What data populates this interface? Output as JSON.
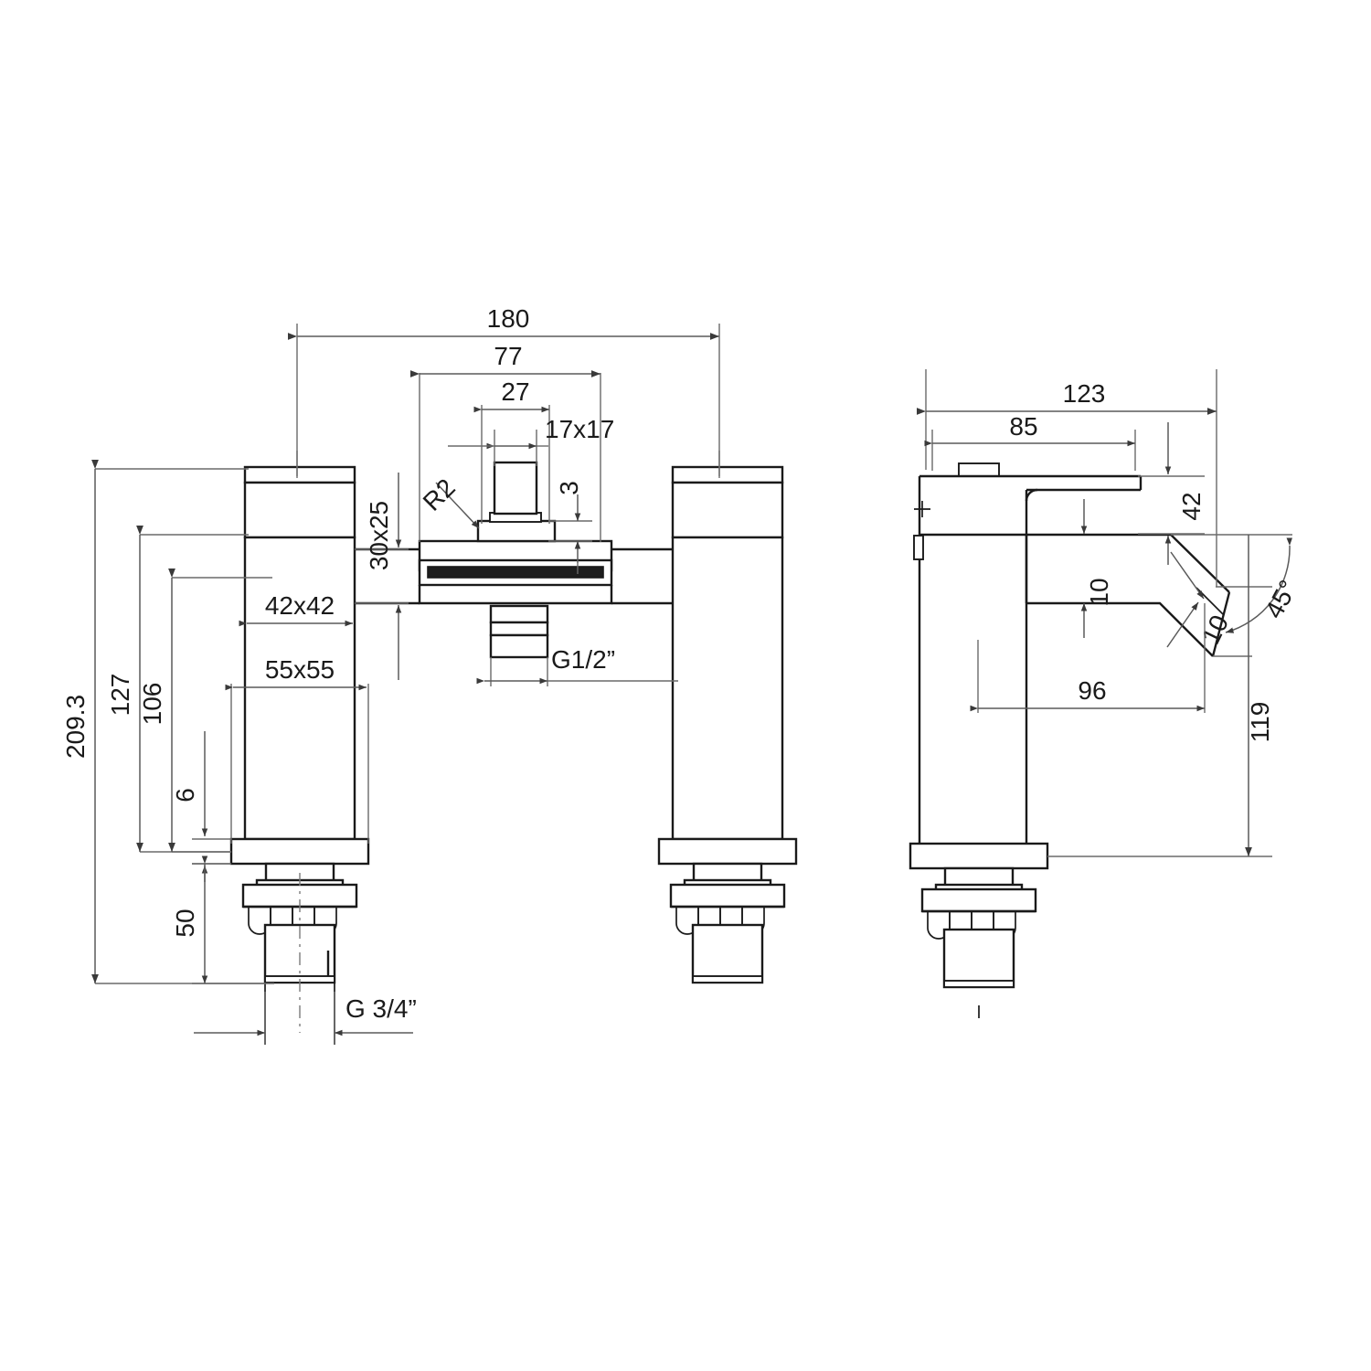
{
  "document": {
    "kind": "technical-dimension-drawing",
    "subject": "Square bath shower mixer tap - waterfall spout",
    "units_note": "mm",
    "background_color": "#ffffff",
    "outline_color": "#1a1a1a",
    "dimension_line_color": "#555555",
    "fill_color": "#ffffff",
    "slot_fill_color": "#1d1d1d"
  },
  "views": [
    {
      "name": "front-elevation",
      "id": "front_view",
      "description": "Front view of deck mounted bath filler with two square handles and central waterfall spout"
    },
    {
      "name": "side-elevation",
      "id": "side_view",
      "description": "Side view of single square basin mixer with 45 degree angled spout outlet"
    }
  ],
  "dimensions": {
    "front_view": [
      {
        "id": "d180",
        "label": "180",
        "orientation": "horizontal",
        "note": "overall handle centre to handle centre spread"
      },
      {
        "id": "d77",
        "label": "77",
        "orientation": "horizontal",
        "note": "spout body width"
      },
      {
        "id": "d27",
        "label": "27",
        "orientation": "horizontal",
        "note": "lever base width"
      },
      {
        "id": "d17x17",
        "label": "17x17",
        "orientation": "leader",
        "note": "lever square section"
      },
      {
        "id": "d3",
        "label": "3",
        "orientation": "vertical",
        "note": "spout lip thickness"
      },
      {
        "id": "dR2",
        "label": "R2",
        "orientation": "leader",
        "note": "corner radius"
      },
      {
        "id": "d30x25",
        "label": "30x25",
        "orientation": "vertical",
        "note": "spout body section"
      },
      {
        "id": "d2093",
        "label": "209.3",
        "orientation": "vertical",
        "note": "overall height including tail"
      },
      {
        "id": "d127",
        "label": "127",
        "orientation": "vertical",
        "note": "handle top to deck"
      },
      {
        "id": "d106",
        "label": "106",
        "orientation": "vertical",
        "note": "handle body height"
      },
      {
        "id": "d42x42",
        "label": "42x42",
        "orientation": "horizontal",
        "note": "handle body square section"
      },
      {
        "id": "d55x55",
        "label": "55x55",
        "orientation": "horizontal",
        "note": "base flange square section"
      },
      {
        "id": "d6",
        "label": "6",
        "orientation": "vertical",
        "note": "base flange thickness"
      },
      {
        "id": "d50",
        "label": "50",
        "orientation": "vertical",
        "note": "threaded tail length"
      },
      {
        "id": "dG34",
        "label": "G 3/4”",
        "orientation": "leader",
        "note": "tail thread size"
      },
      {
        "id": "dG12",
        "label": "G1/2”",
        "orientation": "leader",
        "note": "spout inlet thread size"
      }
    ],
    "side_view": [
      {
        "id": "s123",
        "label": "123",
        "orientation": "horizontal",
        "note": "overall spout projection"
      },
      {
        "id": "s85",
        "label": "85",
        "orientation": "horizontal",
        "note": "lever length"
      },
      {
        "id": "s42",
        "label": "42",
        "orientation": "vertical",
        "note": "lever height above body"
      },
      {
        "id": "s10a",
        "label": "10",
        "orientation": "vertical",
        "note": "spout arm thickness"
      },
      {
        "id": "s10b",
        "label": "10",
        "orientation": "angled",
        "note": "outlet face thickness"
      },
      {
        "id": "s45",
        "label": "45°",
        "orientation": "angular",
        "note": "outlet face angle"
      },
      {
        "id": "s96",
        "label": "96",
        "orientation": "horizontal",
        "note": "body to spout tip"
      },
      {
        "id": "s119",
        "label": "119",
        "orientation": "vertical",
        "note": "spout height above deck"
      }
    ]
  }
}
